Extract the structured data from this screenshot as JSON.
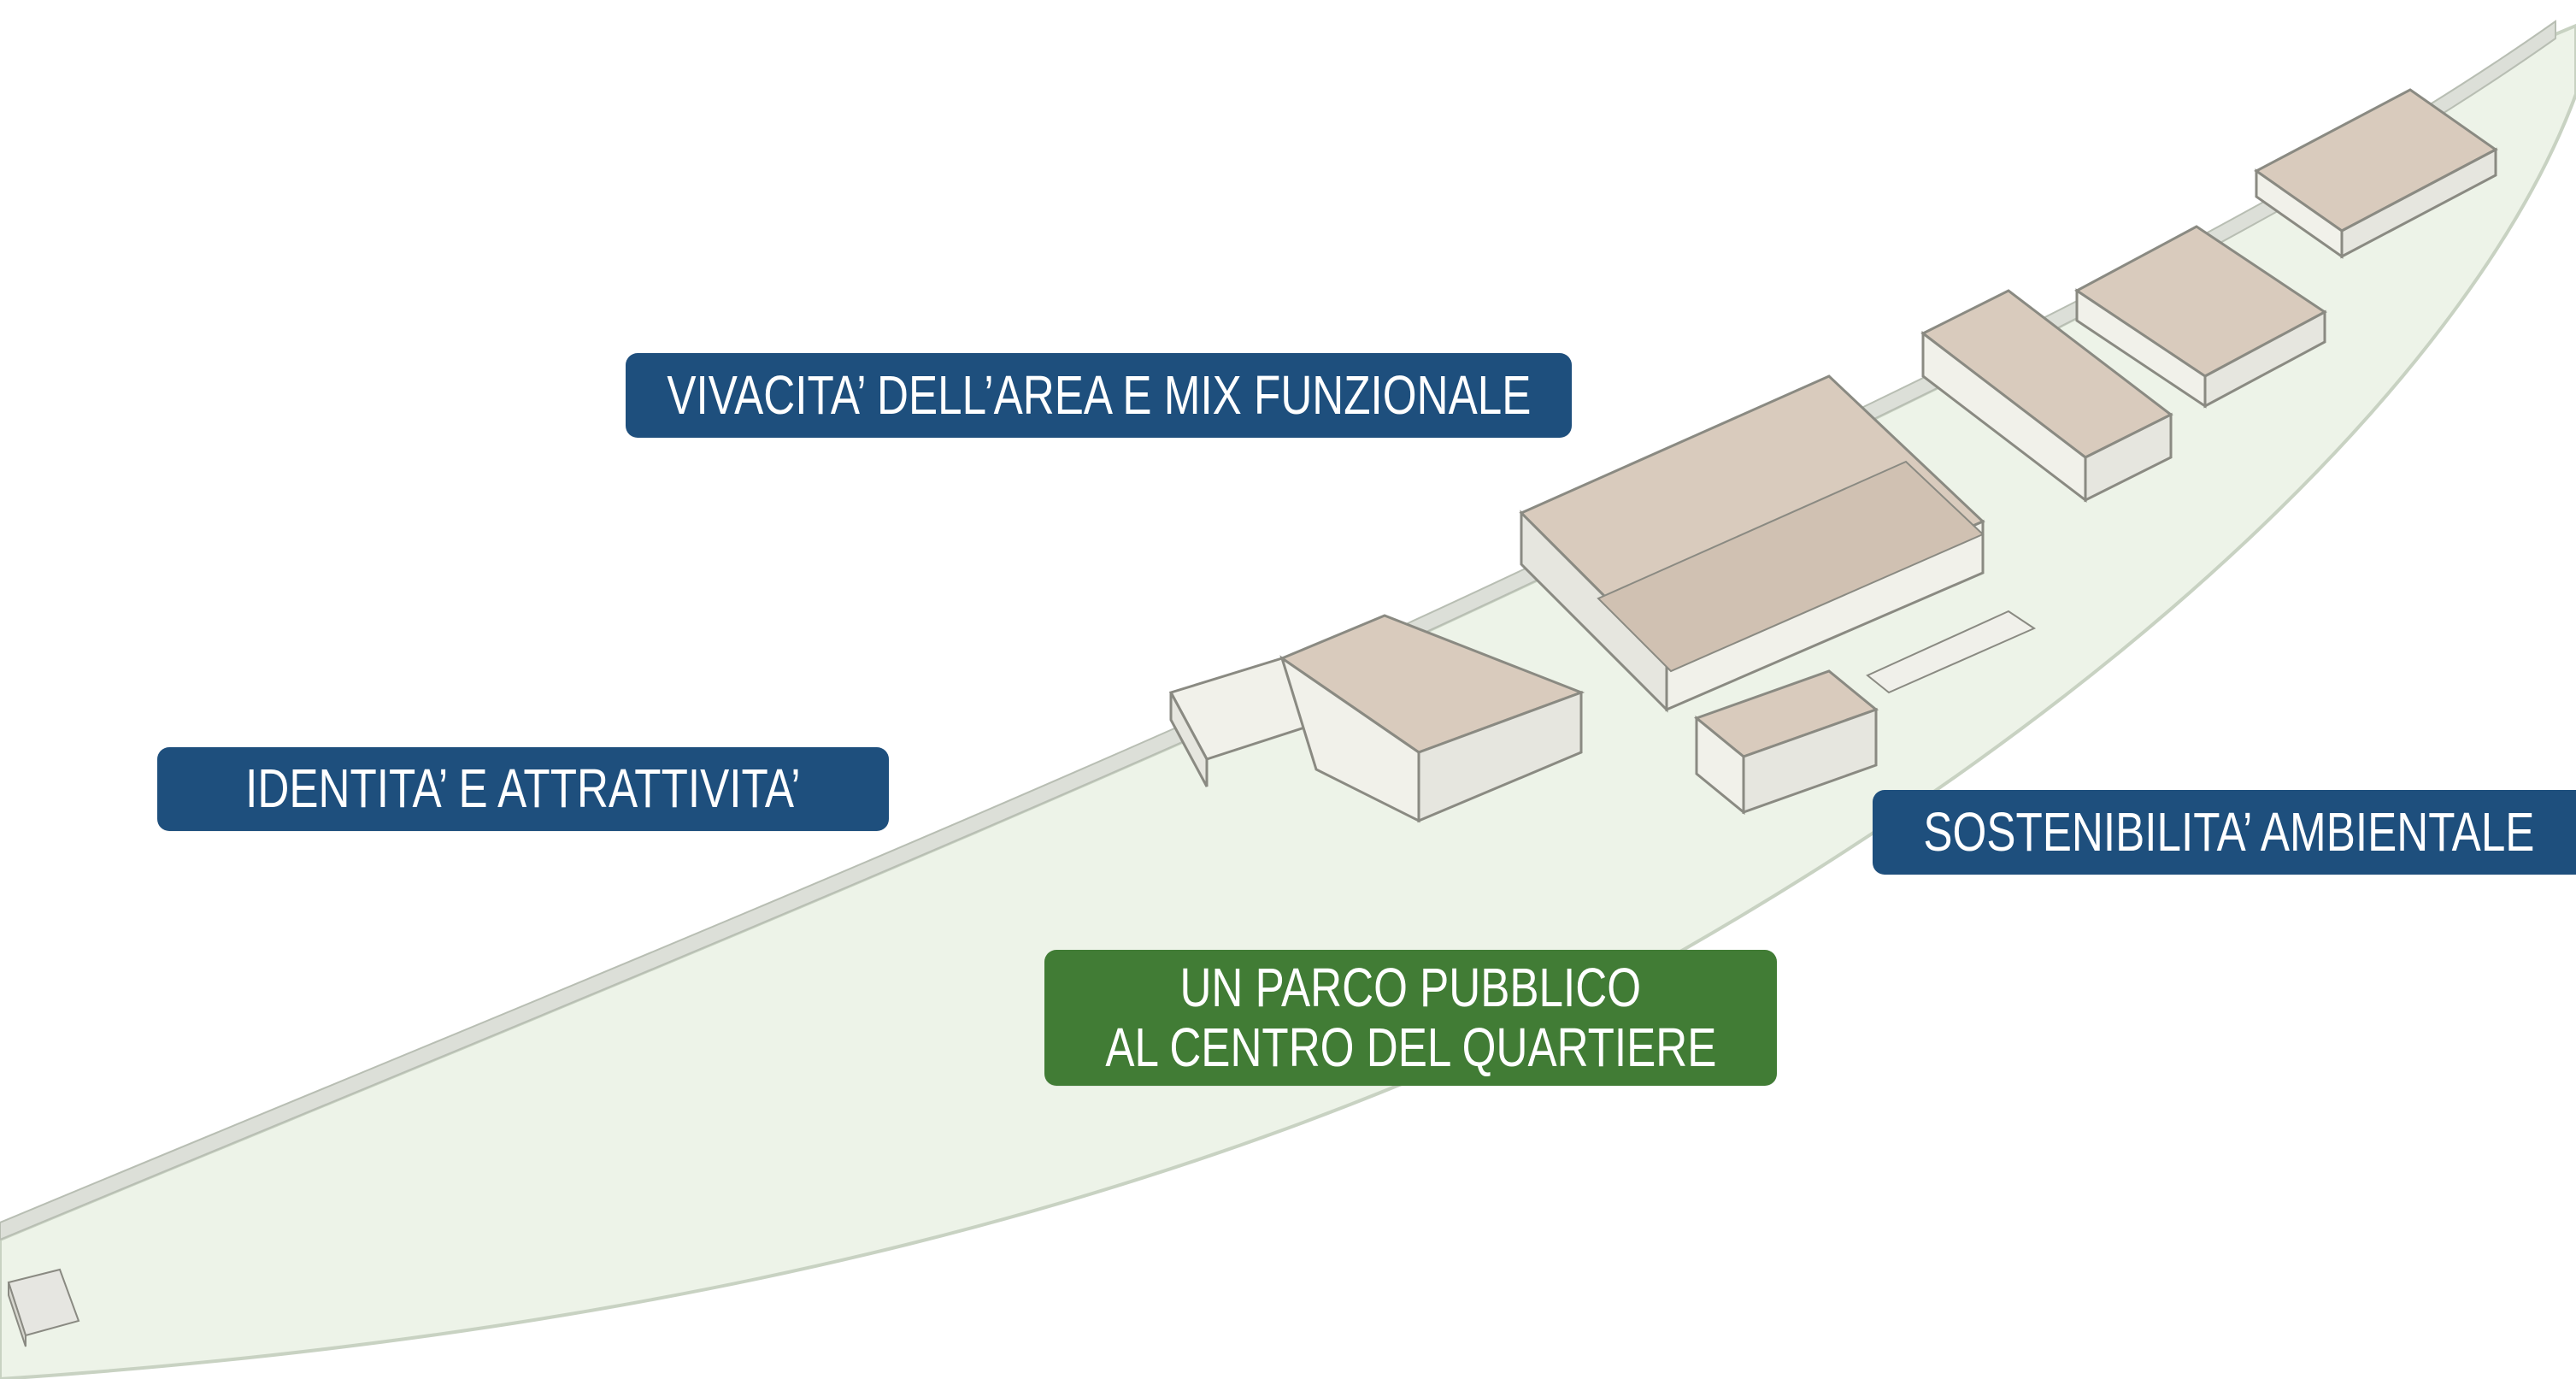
{
  "colors": {
    "label_blue": "#1e4f7d",
    "label_green": "#417c35",
    "ground_fill": "#edf3e8",
    "ground_edge": "#c8d2c2",
    "roof": "#d9cbbd",
    "wall": "#f1f1ea",
    "outline": "#8a8a82"
  },
  "labels": {
    "vivacita": "VIVACITA’ DELL’AREA E MIX FUNZIONALE",
    "identita": "IDENTITA’ E ATTRATTIVITA’",
    "sostenibilita": "SOSTENIBILITA’ AMBIENTALE",
    "parco_line1": "UN PARCO PUBBLICO",
    "parco_line2": "AL CENTRO DEL QUARTIERE"
  }
}
